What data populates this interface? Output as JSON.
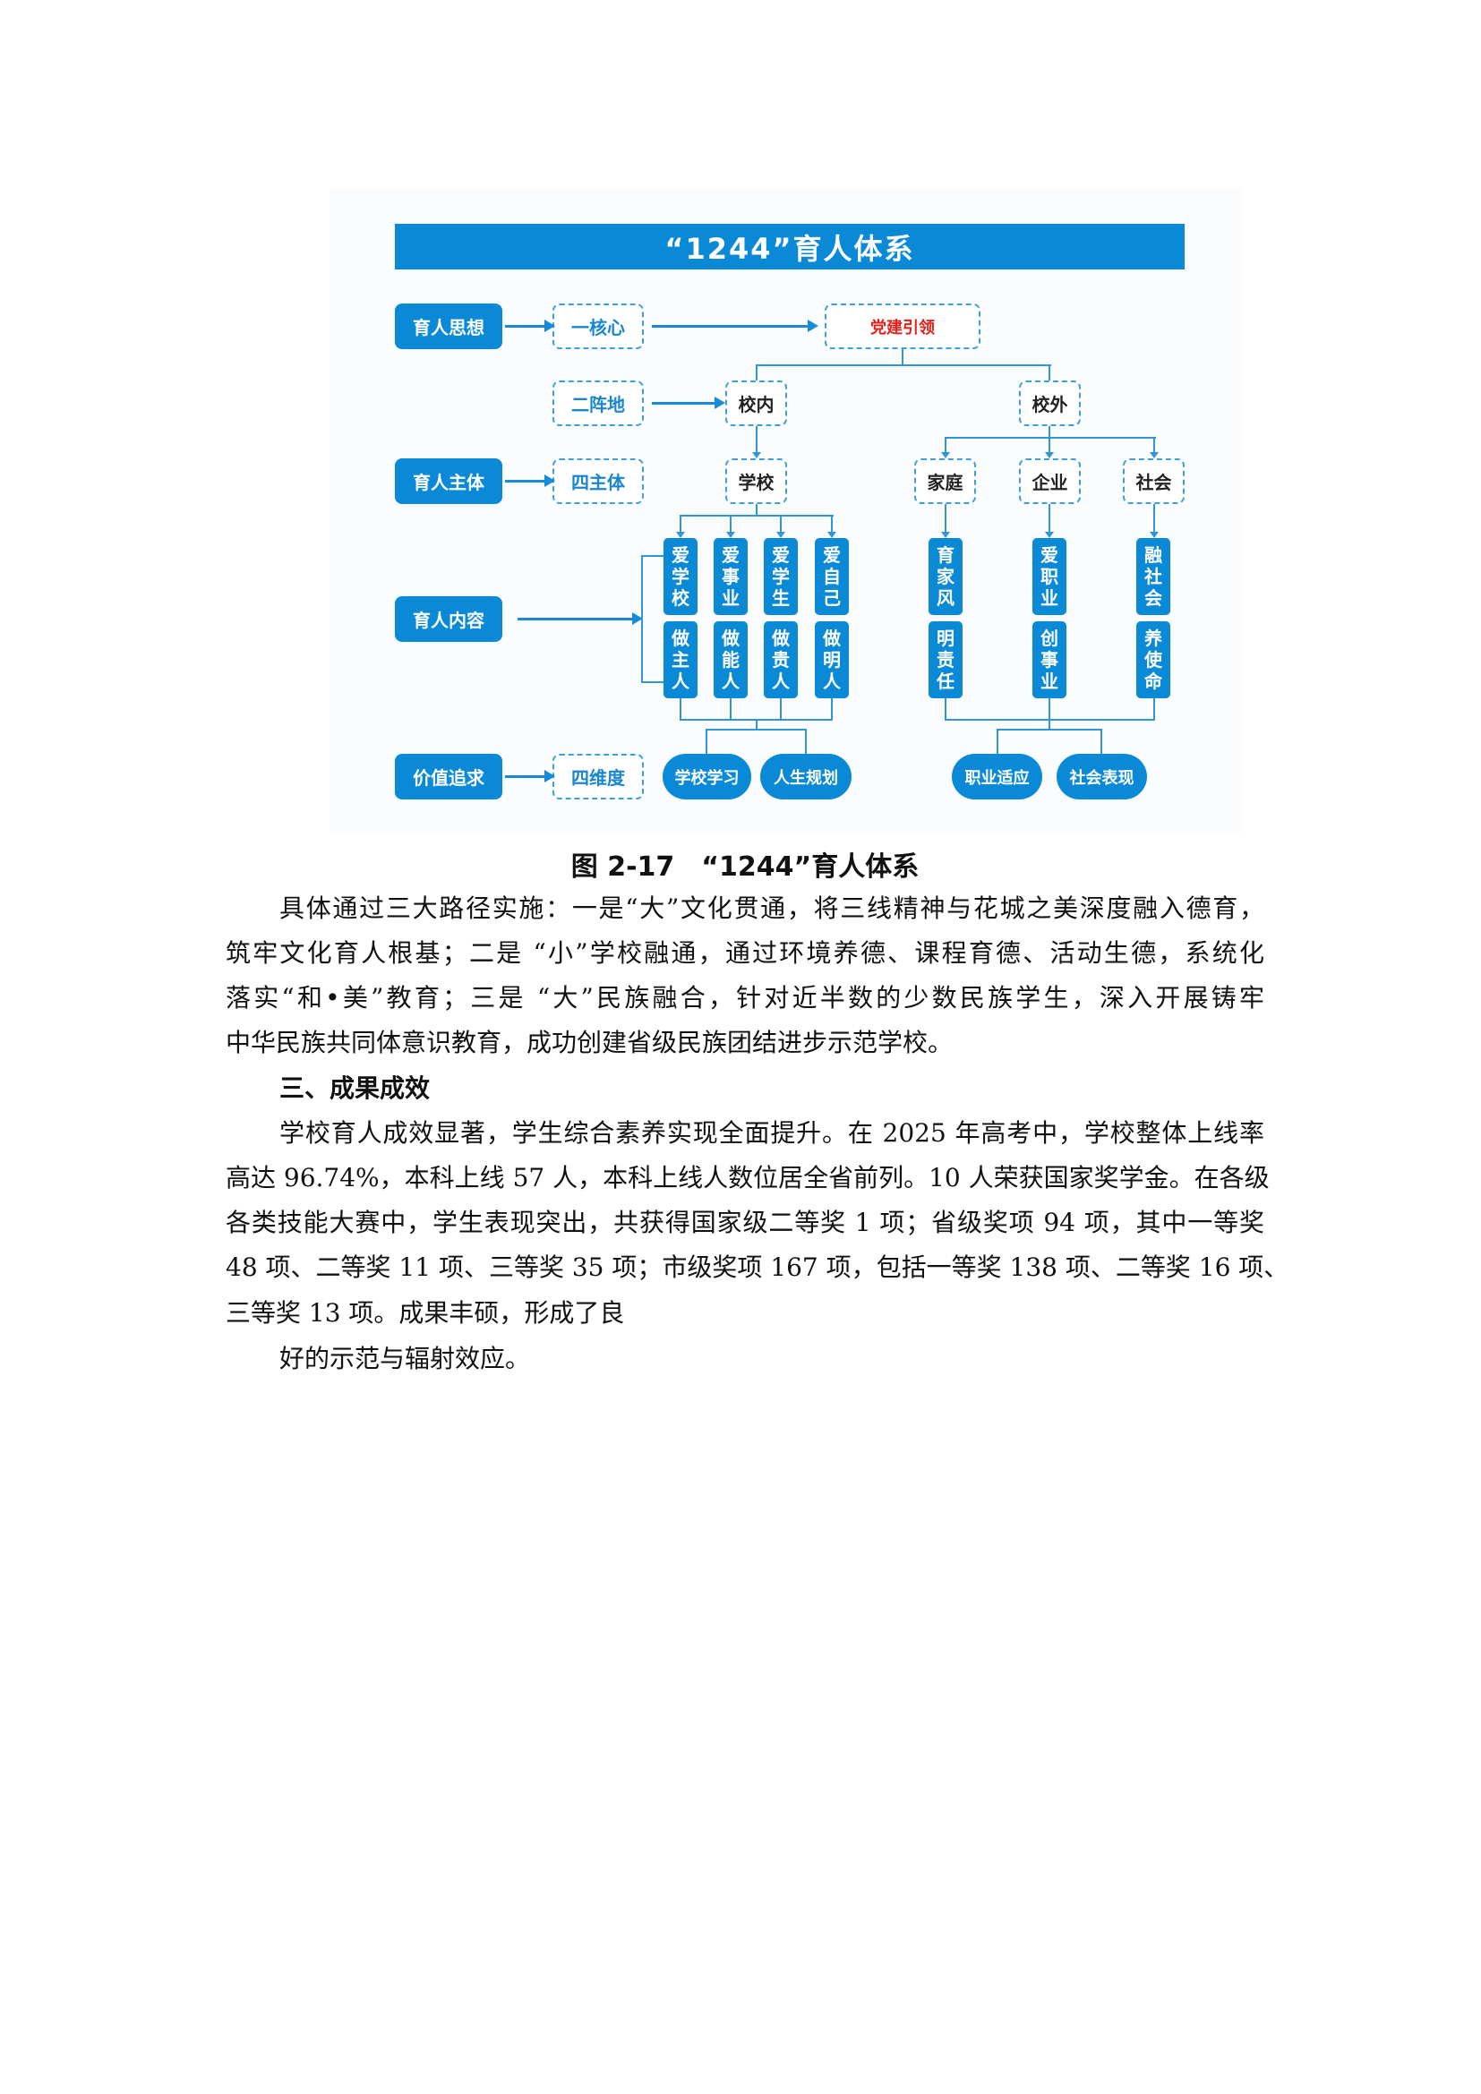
{
  "figure": {
    "title": "“1244”育人体系",
    "left_labels": [
      "育人思想",
      "育人主体",
      "育人内容",
      "价值追求"
    ],
    "mid_labels": [
      "一核心",
      "二阵地",
      "四主体",
      "四维度"
    ],
    "party": "党建引领",
    "inside": "校内",
    "outside": "校外",
    "school": "学校",
    "family": "家庭",
    "enterprise": "企业",
    "society": "社会",
    "school_top": [
      "爱学校",
      "爱事业",
      "爱学生",
      "爱自己"
    ],
    "school_bottom": [
      "做主人",
      "做能人",
      "做贵人",
      "做明人"
    ],
    "outer_top": [
      "育家风",
      "爱职业",
      "融社会"
    ],
    "outer_bottom": [
      "明责任",
      "创事业",
      "养使命"
    ],
    "pills": [
      "学校学习",
      "人生规划",
      "职业适应",
      "社会表现"
    ],
    "colors": {
      "blue": "#0a8ad6",
      "red": "#e0201b"
    }
  },
  "caption": "图 2-17　“1244”育人体系",
  "para1": [
    "具体通过三大路径实施：一是“大”文化贯通，将三线精神与花城之美深度融入德育，",
    "筑牢文化育人根基；二是 “小”学校融通，通过环境养德、课程育德、活动生德，系统化",
    "落实“和•美”教育；三是 “大”民族融合，针对近半数的少数民族学生，深入开展铸牢",
    "中华民族共同体意识教育，成功创建省级民族团结进步示范学校。"
  ],
  "heading": "三、成果成效",
  "para2": [
    "学校育人成效显著，学生综合素养实现全面提升。在 2025 年高考中，学校整体上线率",
    "高达 96.74%，本科上线 57 人，本科上线人数位居全省前列。10 人荣获国家奖学金。在各级",
    "各类技能大赛中，学生表现突出，共获得国家级二等奖 1 项；省级奖项 94 项，其中一等奖",
    "48 项、二等奖 11 项、三等奖 35 项；市级奖项 167 项，包括一等奖 138 项、二等奖 16 项、",
    "三等奖 13 项。成果丰硕，形成了良"
  ],
  "para3": "好的示范与辐射效应。"
}
